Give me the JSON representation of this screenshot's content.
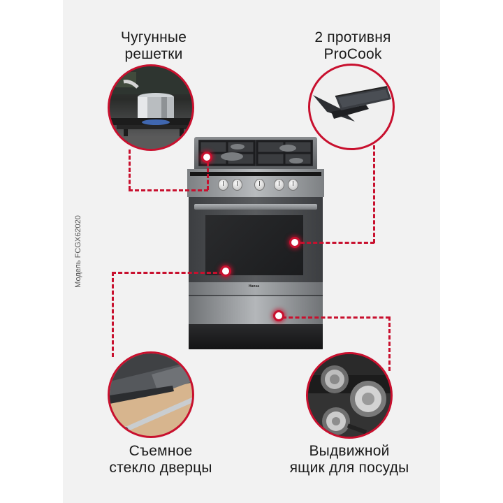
{
  "features": [
    {
      "id": "cast-iron-grates",
      "line1": "Чугунные",
      "line2": "решетки"
    },
    {
      "id": "procook-trays",
      "line1": "2 противня",
      "line2": "ProCook"
    },
    {
      "id": "removable-door-glass",
      "line1": "Съемное",
      "line2": "стекло дверцы"
    },
    {
      "id": "pull-out-drawer",
      "line1": "Выдвижной",
      "line2": "ящик для посуды"
    }
  ],
  "model_label": "Модель FCGX62020",
  "brand_badge": "Hansa",
  "colors": {
    "accent": "#c8102e",
    "card_background": "#f2f2f2",
    "page_background": "#ffffff",
    "text": "#1a1a1a"
  }
}
